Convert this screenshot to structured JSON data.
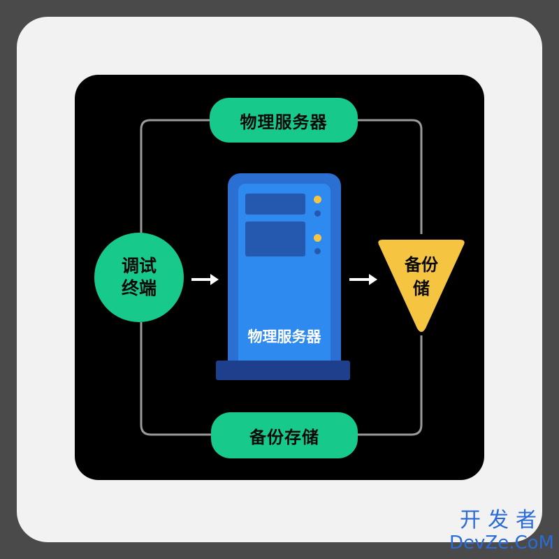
{
  "nodes": {
    "top_pill": "物理服务器",
    "bottom_pill": "备份存储",
    "terminal_line1": "调试",
    "terminal_line2": "终端",
    "server_label": "物理服务器",
    "backup_line1": "备份",
    "backup_line2": "储"
  },
  "watermark": {
    "cn": "开发者",
    "en": "DevZe.CoM"
  },
  "colors": {
    "frame": "#4a4a4a",
    "card": "#f2f2f2",
    "panel": "#000000",
    "green": "#17c98a",
    "server_blue": "#2f8af0",
    "server_dark": "#1d3f8c",
    "yellow": "#f5c542",
    "connector": "#9a9a9a"
  },
  "icons": [
    "arrow-right-icon",
    "server-icon",
    "triangle-icon"
  ]
}
